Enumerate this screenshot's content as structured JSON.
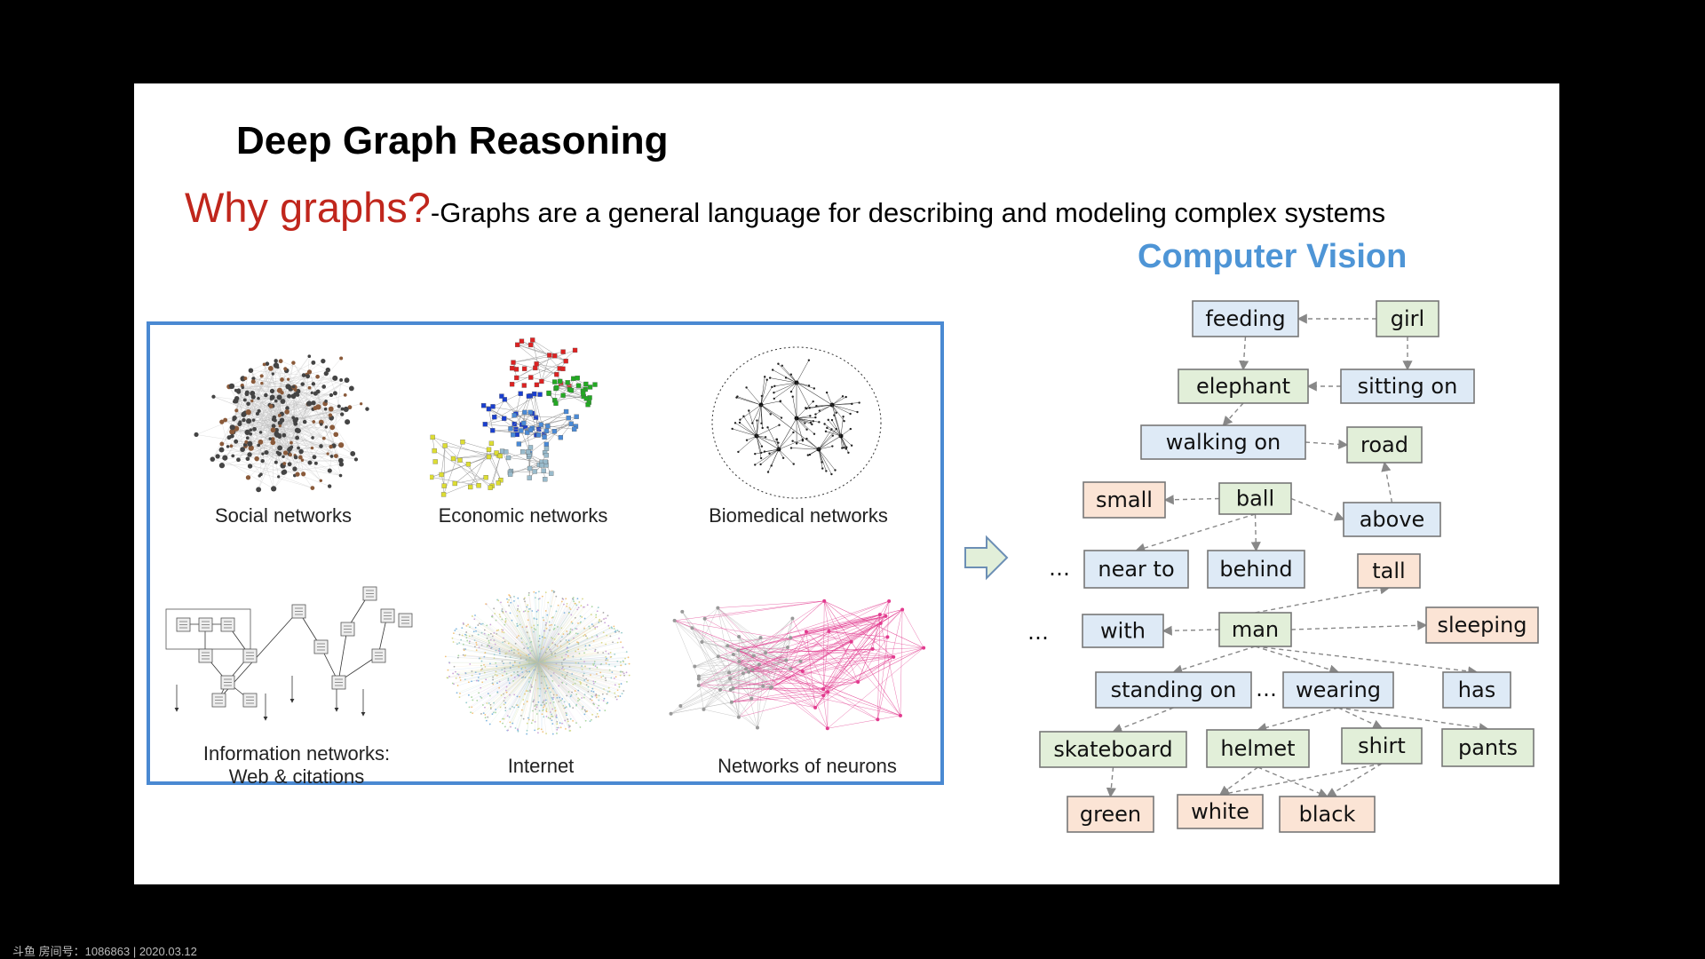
{
  "slide": {
    "title": "Deep Graph Reasoning",
    "why_label": "Why graphs?",
    "why_text": "-Graphs are a general language for describing and modeling complex systems"
  },
  "networks": [
    {
      "key": "social",
      "label": "Social networks"
    },
    {
      "key": "economic",
      "label": "Economic networks"
    },
    {
      "key": "biomedical",
      "label": "Biomedical networks"
    },
    {
      "key": "information",
      "label": "Information networks:\nWeb & citations"
    },
    {
      "key": "internet",
      "label": "Internet"
    },
    {
      "key": "neurons",
      "label": "Networks of neurons"
    }
  ],
  "cv": {
    "title": "Computer Vision",
    "colors": {
      "blue": "#deeaf6",
      "green": "#e2efd9",
      "peach": "#fbe4d5",
      "accent": "#4e95d6",
      "why": "#c0261c"
    },
    "nodes": [
      {
        "id": "feeding",
        "label": "feeding",
        "kind": "blue"
      },
      {
        "id": "girl",
        "label": "girl",
        "kind": "green"
      },
      {
        "id": "elephant",
        "label": "elephant",
        "kind": "green"
      },
      {
        "id": "sitting_on",
        "label": "sitting on",
        "kind": "blue"
      },
      {
        "id": "walking_on",
        "label": "walking on",
        "kind": "blue"
      },
      {
        "id": "road",
        "label": "road",
        "kind": "green"
      },
      {
        "id": "small",
        "label": "small",
        "kind": "peach"
      },
      {
        "id": "ball",
        "label": "ball",
        "kind": "green"
      },
      {
        "id": "above",
        "label": "above",
        "kind": "blue"
      },
      {
        "id": "near_to",
        "label": "near to",
        "kind": "blue"
      },
      {
        "id": "behind",
        "label": "behind",
        "kind": "blue"
      },
      {
        "id": "tall",
        "label": "tall",
        "kind": "peach"
      },
      {
        "id": "with",
        "label": "with",
        "kind": "blue"
      },
      {
        "id": "man",
        "label": "man",
        "kind": "green"
      },
      {
        "id": "sleeping",
        "label": "sleeping",
        "kind": "peach"
      },
      {
        "id": "standing_on",
        "label": "standing on",
        "kind": "blue"
      },
      {
        "id": "wearing",
        "label": "wearing",
        "kind": "blue"
      },
      {
        "id": "has",
        "label": "has",
        "kind": "blue"
      },
      {
        "id": "skateboard",
        "label": "skateboard",
        "kind": "green"
      },
      {
        "id": "helmet",
        "label": "helmet",
        "kind": "green"
      },
      {
        "id": "shirt",
        "label": "shirt",
        "kind": "green"
      },
      {
        "id": "pants",
        "label": "pants",
        "kind": "green"
      },
      {
        "id": "green",
        "label": "green",
        "kind": "peach"
      },
      {
        "id": "white",
        "label": "white",
        "kind": "peach"
      },
      {
        "id": "black",
        "label": "black",
        "kind": "peach"
      }
    ],
    "ellipsis": "…"
  },
  "watermark": "斗鱼 房间号：1086863 | 2020.03.12"
}
